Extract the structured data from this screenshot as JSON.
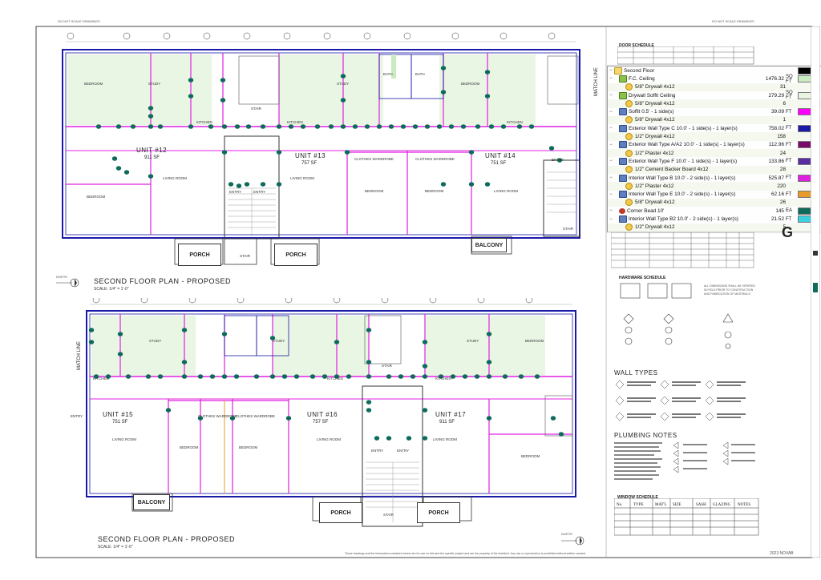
{
  "sheet": {
    "do_not_scale_left": "DO NOT SCALE DRAWINGS",
    "do_not_scale_right": "DO NOT SCALE DRAWINGS",
    "match_line_top": "MATCH LINE",
    "match_line_bottom": "MATCH LINE",
    "footer_note": "These drawings and the information contained herein are for use on this and the specific project and are the property of the Architect. Any use or reproduction is prohibited without written consent.",
    "footer_logo": "2023 NOVAB"
  },
  "plans": {
    "top_title": "SECOND FLOOR PLAN - PROPOSED",
    "top_scale": "SCALE: 1/4\" = 1'-0\"",
    "bottom_title": "SECOND FLOOR PLAN - PROPOSED",
    "bottom_scale": "SCALE: 1/4\" = 1'-0\"",
    "north_top": "NORTH",
    "north_bottom": "NORTH"
  },
  "units": [
    {
      "name": "UNIT #12",
      "sf": "911 SF"
    },
    {
      "name": "UNIT #13",
      "sf": "757 SF"
    },
    {
      "name": "UNIT #14",
      "sf": "751 SF"
    },
    {
      "name": "UNIT #15",
      "sf": "751 SF"
    },
    {
      "name": "UNIT #16",
      "sf": "757 SF"
    },
    {
      "name": "UNIT #17",
      "sf": "911 SF"
    }
  ],
  "rooms": {
    "bedroom": "BEDROOM",
    "study": "STUDY",
    "kitchen": "KITCHEN",
    "living_room": "LIVING ROOM",
    "stair": "STAIR",
    "entry": "ENTRY",
    "bath": "BATH",
    "clothes_wardrobe": "CLOTHES WARDROBE",
    "porch": "PORCH",
    "balcony": "BALCONY"
  },
  "takeoff": {
    "rows": [
      {
        "level": 0,
        "name": "Second Floor",
        "qty": "",
        "unit": "",
        "swatch": "#000000",
        "icon": "folder-icon"
      },
      {
        "level": 1,
        "name": "F.C. Ceiling",
        "qty": "1476.32",
        "unit": "SQ FT",
        "swatch": "#c8ecc0",
        "icon": "area-icon"
      },
      {
        "level": 2,
        "name": "5/8\" Drywall 4x12",
        "qty": "31",
        "unit": "",
        "swatch": "",
        "icon": "coin-icon"
      },
      {
        "level": 1,
        "name": "Drywall Soffit Ceiling",
        "qty": "279.29",
        "unit": "SQ FT",
        "swatch": "#e8f5e0",
        "icon": "area-icon"
      },
      {
        "level": 2,
        "name": "5/8\" Drywall 4x12",
        "qty": "6",
        "unit": "",
        "swatch": "",
        "icon": "coin-icon"
      },
      {
        "level": 1,
        "name": "Soffit 0.5' - 1 side(s)",
        "qty": "39.09",
        "unit": "FT",
        "swatch": "#ff00ff",
        "icon": "linear-icon"
      },
      {
        "level": 2,
        "name": "5/8\" Drywall 4x12",
        "qty": "1",
        "unit": "",
        "swatch": "",
        "icon": "coin-icon"
      },
      {
        "level": 1,
        "name": "Exterior Wall Type C 10.0' - 1 side(s) - 1 layer(s)",
        "qty": "758.02",
        "unit": "FT",
        "swatch": "#1a1aa8",
        "icon": "linear-icon"
      },
      {
        "level": 2,
        "name": "1/2\" Drywall 4x12",
        "qty": "158",
        "unit": "",
        "swatch": "",
        "icon": "coin-icon"
      },
      {
        "level": 1,
        "name": "Exterior Wall Type A/A2 10.0' - 1 side(s) - 1 layer(s)",
        "qty": "112.96",
        "unit": "FT",
        "swatch": "#7a0a6a",
        "icon": "linear-icon"
      },
      {
        "level": 2,
        "name": "1/2\" Plaster 4x12",
        "qty": "24",
        "unit": "",
        "swatch": "",
        "icon": "coin-icon"
      },
      {
        "level": 1,
        "name": "Exterior Wall Type F 10.0' - 1 side(s) - 1 layer(s)",
        "qty": "133.86",
        "unit": "FT",
        "swatch": "#5a2ea0",
        "icon": "linear-icon"
      },
      {
        "level": 2,
        "name": "1/2\" Cement Backer Board 4x12",
        "qty": "28",
        "unit": "",
        "swatch": "",
        "icon": "coin-icon"
      },
      {
        "level": 1,
        "name": "Interior Wall Type B 10.0' - 2 side(s) - 1 layer(s)",
        "qty": "525.87",
        "unit": "FT",
        "swatch": "#e020e0",
        "icon": "linear-icon"
      },
      {
        "level": 2,
        "name": "1/2\" Plaster 4x12",
        "qty": "220",
        "unit": "",
        "swatch": "",
        "icon": "coin-icon"
      },
      {
        "level": 1,
        "name": "Interior Wall Type E 10.0' - 2 side(s) - 1 layer(s)",
        "qty": "62.16",
        "unit": "FT",
        "swatch": "#e89a2a",
        "icon": "linear-icon"
      },
      {
        "level": 2,
        "name": "5/8\" Drywall 4x12",
        "qty": "26",
        "unit": "",
        "swatch": "",
        "icon": "coin-icon"
      },
      {
        "level": 1,
        "name": "Corner Bead 10'",
        "qty": "145",
        "unit": "EA",
        "swatch": "#0e6b5c",
        "icon": "count-icon"
      },
      {
        "level": 1,
        "name": "Interior Wall Type B2 10.0' - 2 side(s) - 1 layer(s)",
        "qty": "21.52",
        "unit": "FT",
        "swatch": "#3ad0e0",
        "icon": "linear-icon"
      },
      {
        "level": 2,
        "name": "1/2\" Drywall 4x12",
        "qty": "5",
        "unit": "",
        "swatch": "",
        "icon": "coin-icon"
      }
    ]
  },
  "schedules": {
    "door_schedule": "DOOR SCHEDULE",
    "hardware_schedule": "HARDWARE SCHEDULE",
    "wall_types": "WALL TYPES",
    "plumbing_notes": "PLUMBING NOTES",
    "window_schedule": "WINDOW SCHEDULE",
    "window_cols": [
      "No.",
      "TYPE",
      "MAT'L",
      "SIZE",
      "SASH",
      "GLAZING",
      "NOTES"
    ]
  },
  "colors": {
    "exterior_wall": "#1a1aa8",
    "interior_wall": "#e020e0",
    "corner_bead": "#0e6b5c",
    "wall_b2": "#3ad0e0",
    "wall_e": "#e89a2a",
    "ceiling_fill": "#c8ecc0"
  }
}
